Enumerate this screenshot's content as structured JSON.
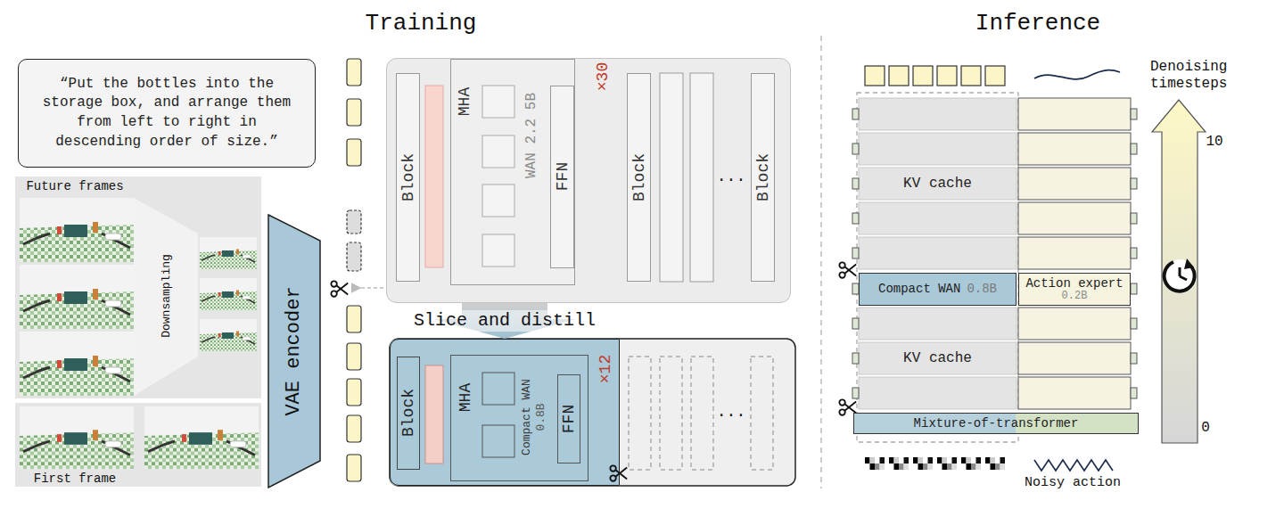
{
  "diagram": {
    "nodes": [
      {
        "text": [
          "“Put the bottles into the storage box, and arrange them from left to right in descending order of size.”"
        ]
      },
      {
        "text": [
          "VAE encoder"
        ]
      },
      {
        "text": [
          "×30"
        ]
      },
      {
        "text": [
          "Block"
        ],
        "in": 2
      },
      {
        "text": [
          "MHA",
          "WAN 2.2 5B"
        ],
        "in": 2
      },
      {
        "text": [
          "FFN"
        ],
        "in": 4
      },
      {
        "text": [
          "Block"
        ],
        "in": 2
      },
      {
        "text": [
          "Block"
        ],
        "in": 2
      },
      {
        "text": [
          "×12"
        ]
      },
      {
        "text": [
          "Block"
        ],
        "in": 8
      },
      {
        "text": [
          "MHA",
          "Compact WAN",
          "0.8B"
        ],
        "in": 8
      },
      {
        "text": [
          "FFN"
        ],
        "in": 10
      },
      {
        "text": [
          "KV cache"
        ]
      },
      {
        "text": [
          "Compact WAN",
          "0.8B"
        ]
      },
      {
        "text": [
          "Action expert",
          "0.2B"
        ]
      },
      {
        "text": [
          "KV cache"
        ]
      },
      {
        "text": [
          "Mixture-of-transformer"
        ]
      }
    ],
    "edges": [
      {
        "from": 2,
        "to": 8,
        "arrow": "to",
        "label": "Slice and distill"
      }
    ],
    "labels": [
      "Training",
      "Inference",
      "Future frames",
      "Downsampling",
      "First frame",
      "...",
      "...",
      "Denoising timesteps",
      "10",
      "0",
      "Noisy action"
    ]
  }
}
